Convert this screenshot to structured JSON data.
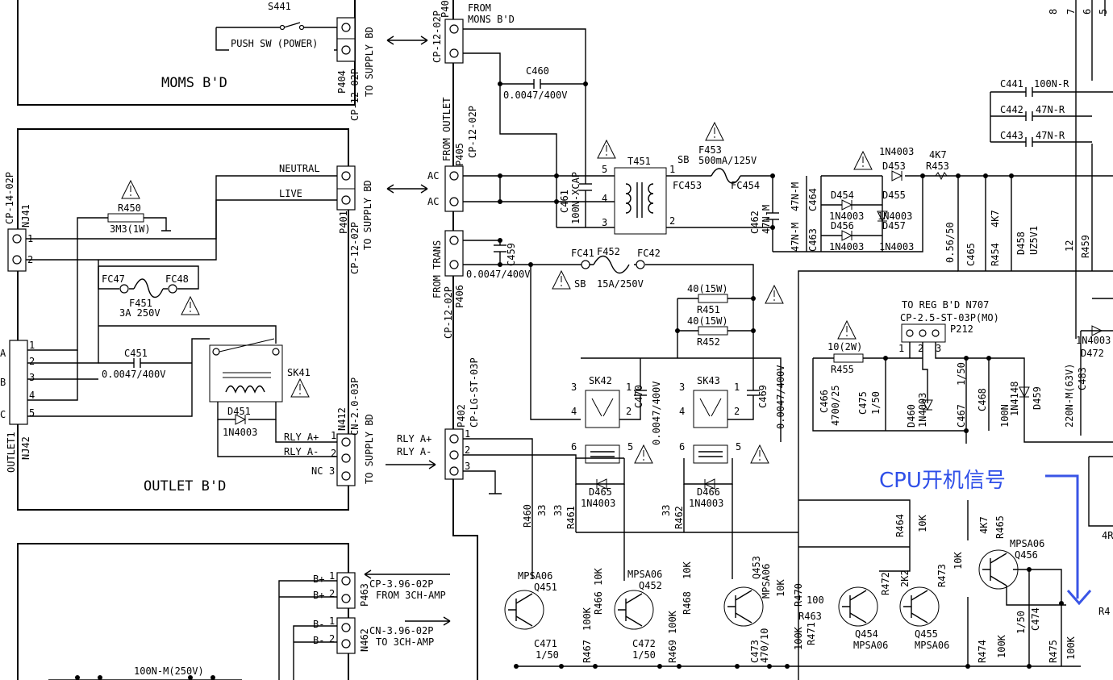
{
  "boards": {
    "moms": "MOMS B'D",
    "outlet": "OUTLET B'D"
  },
  "switch": {
    "ref": "S441",
    "name": "PUSH SW (POWER)"
  },
  "connectors": {
    "p404": "P404",
    "p404_type": "CP-12-02P",
    "p404_dest": "TO SUPPLY BD",
    "p401": "P401",
    "p401_type": "CP-12-02P",
    "p401_dest": "TO SUPPLY BD",
    "nj41": "NJ41",
    "nj41_type": "CP-14-02P",
    "nj42": "NJ42",
    "outlet1": "OUTLET1",
    "n412": "N412",
    "n412_type": "CN-2.0-03P",
    "n412_dest": "TO SUPPLY BD",
    "p463": "P463",
    "p463_type": "CP-3.96-02P",
    "p463_dest": "FROM 3CH-AMP",
    "n462": "N462",
    "n462_type": "CN-3.96-02P",
    "n462_dest": "TO 3CH-AMP",
    "p40x": "P40",
    "p40x_type": "CP-12-02P",
    "from_moms_1": "FROM",
    "from_moms_2": "MONS B'D",
    "p405": "P405",
    "p405_type": "CP-12-02P",
    "from_outlet": "FROM OUTLET",
    "p406": "P406",
    "p406_type": "CP-12-02P",
    "from_trans": "FROM TRANS",
    "p402": "P402",
    "p402_type": "CP-LG-ST-03P",
    "p212": "P212",
    "p212_type": "CP-2.5-ST-03P(MO)",
    "p212_dest": "TO REG B'D N707"
  },
  "labels": {
    "neutral": "NEUTRAL",
    "live": "LIVE",
    "ac1": "AC",
    "ac2": "AC",
    "rly_ap": "RLY A+",
    "rly_am": "RLY A-",
    "nc": "NC",
    "rly_ap2": "RLY A+",
    "rly_am2": "RLY A-",
    "bp1": "B+",
    "bp2": "B+",
    "bm1": "B-",
    "bm2": "B-",
    "cap100": "100N-M(250V)",
    "cpu_note": "CPU开机信号"
  },
  "components": {
    "r450": "R450",
    "r450_v": "3M3(1W)",
    "f451": "F451",
    "f451_v": "3A 250V",
    "fc47": "FC47",
    "fc48": "FC48",
    "c451": "C451",
    "c451_v": "0.0047/400V",
    "sk41": "SK41",
    "d451": "D451",
    "d451_v": "1N4003",
    "c460": "C460",
    "c460_v": "0.0047/400V",
    "c459": "C459",
    "c459_v": "0.0047/400V",
    "c461": "C461",
    "c461_v": "100N-XCAP",
    "t451": "T451",
    "f453": "F453",
    "f453_v": "500mA/125V",
    "sb1": "SB",
    "fc453": "FC453",
    "fc454": "FC454",
    "c462": "C462",
    "c462_v": "47N-M",
    "c464": "C464",
    "c463": "C463",
    "c46x_v": "47N-M",
    "d454": "D454",
    "d455": "D455",
    "d456": "D456",
    "d457": "D457",
    "d45x_v": "1N4003",
    "d453": "D453",
    "d453_v": "1N4003",
    "r453": "R453",
    "r453_v": "4K7",
    "c465": "C465",
    "c465_v": "0.56/50",
    "r454": "R454",
    "r454_v": "4K7",
    "d458": "D458",
    "d458_v": "UZ5V1",
    "r459": "R459",
    "r459_v": "12",
    "c441": "C441",
    "c441_v": "100N-R",
    "c442": "C442",
    "c442_v": "47N-R",
    "c443": "C443",
    "c443_v": "47N-R",
    "f452": "F452",
    "f452_v": "15A/250V",
    "fc41": "FC41",
    "fc42": "FC42",
    "sb2": "SB",
    "r451": "R451",
    "r452": "R452",
    "r45x_v": "40(15W)",
    "sk42": "SK42",
    "sk43": "SK43",
    "c470": "C470",
    "c469": "C469",
    "c46y_v": "0.0047/400V",
    "d465": "D465",
    "d466": "D466",
    "d46x_v": "1N4003",
    "r455": "R455",
    "r455_v": "10(2W)",
    "c466": "C466",
    "c466_v": "4700/25",
    "c475": "C475",
    "c475_v": "1/50",
    "d460": "D460",
    "d460_v": "1N4003",
    "c467": "C467",
    "c467_v": "1/50",
    "c468": "C468",
    "c468_v": "100N",
    "d459": "D459",
    "d459_v": "1N4148",
    "c483": "C483",
    "c483_v": "220N-M(63V)",
    "d472": "D472",
    "d472_v": "1N4003",
    "r460": "R460",
    "r460_v": "33",
    "r461": "R461",
    "r461_v": "33",
    "r462": "R462",
    "r462_v": "33",
    "r464": "R464",
    "r464_v": "10K",
    "r465": "R465",
    "r465_v": "4K7",
    "q451": "Q451",
    "q452": "Q452",
    "q453": "Q453",
    "q454": "Q454",
    "q455": "Q455",
    "q456": "Q456",
    "mpsa06": "MPSA06",
    "r466": "R466",
    "r466_v": "10K",
    "r467": "R467",
    "r467_v": "100K",
    "r468": "R468",
    "r468_v": "10K",
    "r469": "R469",
    "r469_v": "100K",
    "c471": "C471",
    "c471_v": "1/50",
    "c472": "C472",
    "c472_v": "1/50",
    "c473": "C473",
    "c473_v": "470/10",
    "r470": "R470",
    "r470_v": "10K",
    "r471": "R471",
    "r471_v": "100K",
    "r463": "R463",
    "r463_v": "100",
    "r472": "R472",
    "r472_v": "2K2",
    "r473": "R473",
    "r473_v": "10K",
    "r474": "R474",
    "r474_v": "100K",
    "c474": "C474",
    "c474_v": "1/50",
    "r475": "R475",
    "r475_v": "100K",
    "r4x": "R4",
    "r4y": "4R"
  },
  "pins": {
    "p1": "1",
    "p2": "2",
    "p3": "3",
    "p4": "4",
    "p5": "5",
    "p6": "6",
    "pa": "A",
    "pb": "B",
    "pc": "C",
    "edge_8": "8",
    "edge_7": "7",
    "edge_6": "6",
    "edge_5": "5"
  },
  "colors": {
    "wire": "#000000",
    "annotation": "#2f4fe8",
    "background": "#ffffff"
  }
}
